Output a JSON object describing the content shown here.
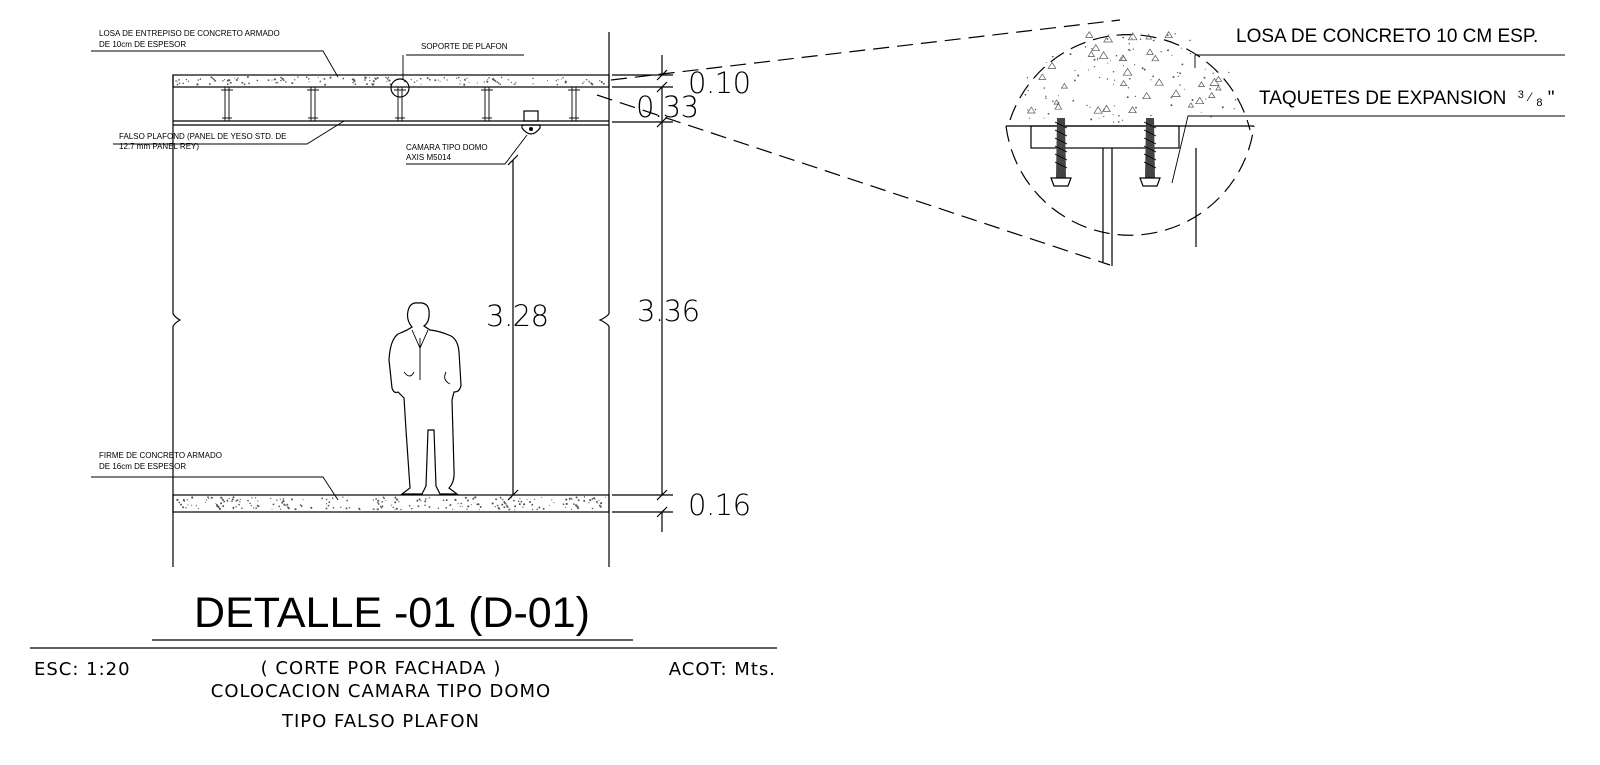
{
  "labels": {
    "slab_line1": "LOSA DE ENTREPISO DE CONCRETO ARMADO",
    "slab_line2": "DE 10cm DE ESPESOR",
    "ceiling_support": "SOPORTE DE PLAFON",
    "false_ceiling_line1": "FALSO PLAFOND (PANEL DE YESO STD. DE",
    "false_ceiling_line2": "12.7 mm PANEL REY)",
    "camera_line1": "CAMARA TIPO DOMO",
    "camera_line2": "AXIS M5014",
    "floor_line1": "FIRME DE CONCRETO ARMADO",
    "floor_line2": "DE 16cm DE ESPESOR"
  },
  "dimensions": {
    "slab_thickness": "0.10",
    "ceiling_gap": "0.33",
    "clear_height": "3.28",
    "total_height": "3.36",
    "floor_thickness": "0.16"
  },
  "detail_callout": {
    "slab_note": "LOSA DE CONCRETO 10 CM ESP.",
    "anchor_note": "TAQUETES DE EXPANSION",
    "anchor_size_num": "3",
    "anchor_size_den": "8",
    "anchor_size_unit": "\""
  },
  "title_block": {
    "title": "DETALLE -01  (D-01)",
    "scale": "ESC: 1:20",
    "subtitle_line1": "( CORTE POR FACHADA )",
    "subtitle_line2": "COLOCACION CAMARA TIPO DOMO",
    "subtitle_line3": "TIPO FALSO PLAFON",
    "units": "ACOT: Mts."
  },
  "icons": {
    "person": "human-scale-figure-icon",
    "camera": "dome-camera-icon",
    "anchor": "expansion-anchor-icon"
  },
  "colors": {
    "line": "#000000",
    "background": "#ffffff"
  }
}
